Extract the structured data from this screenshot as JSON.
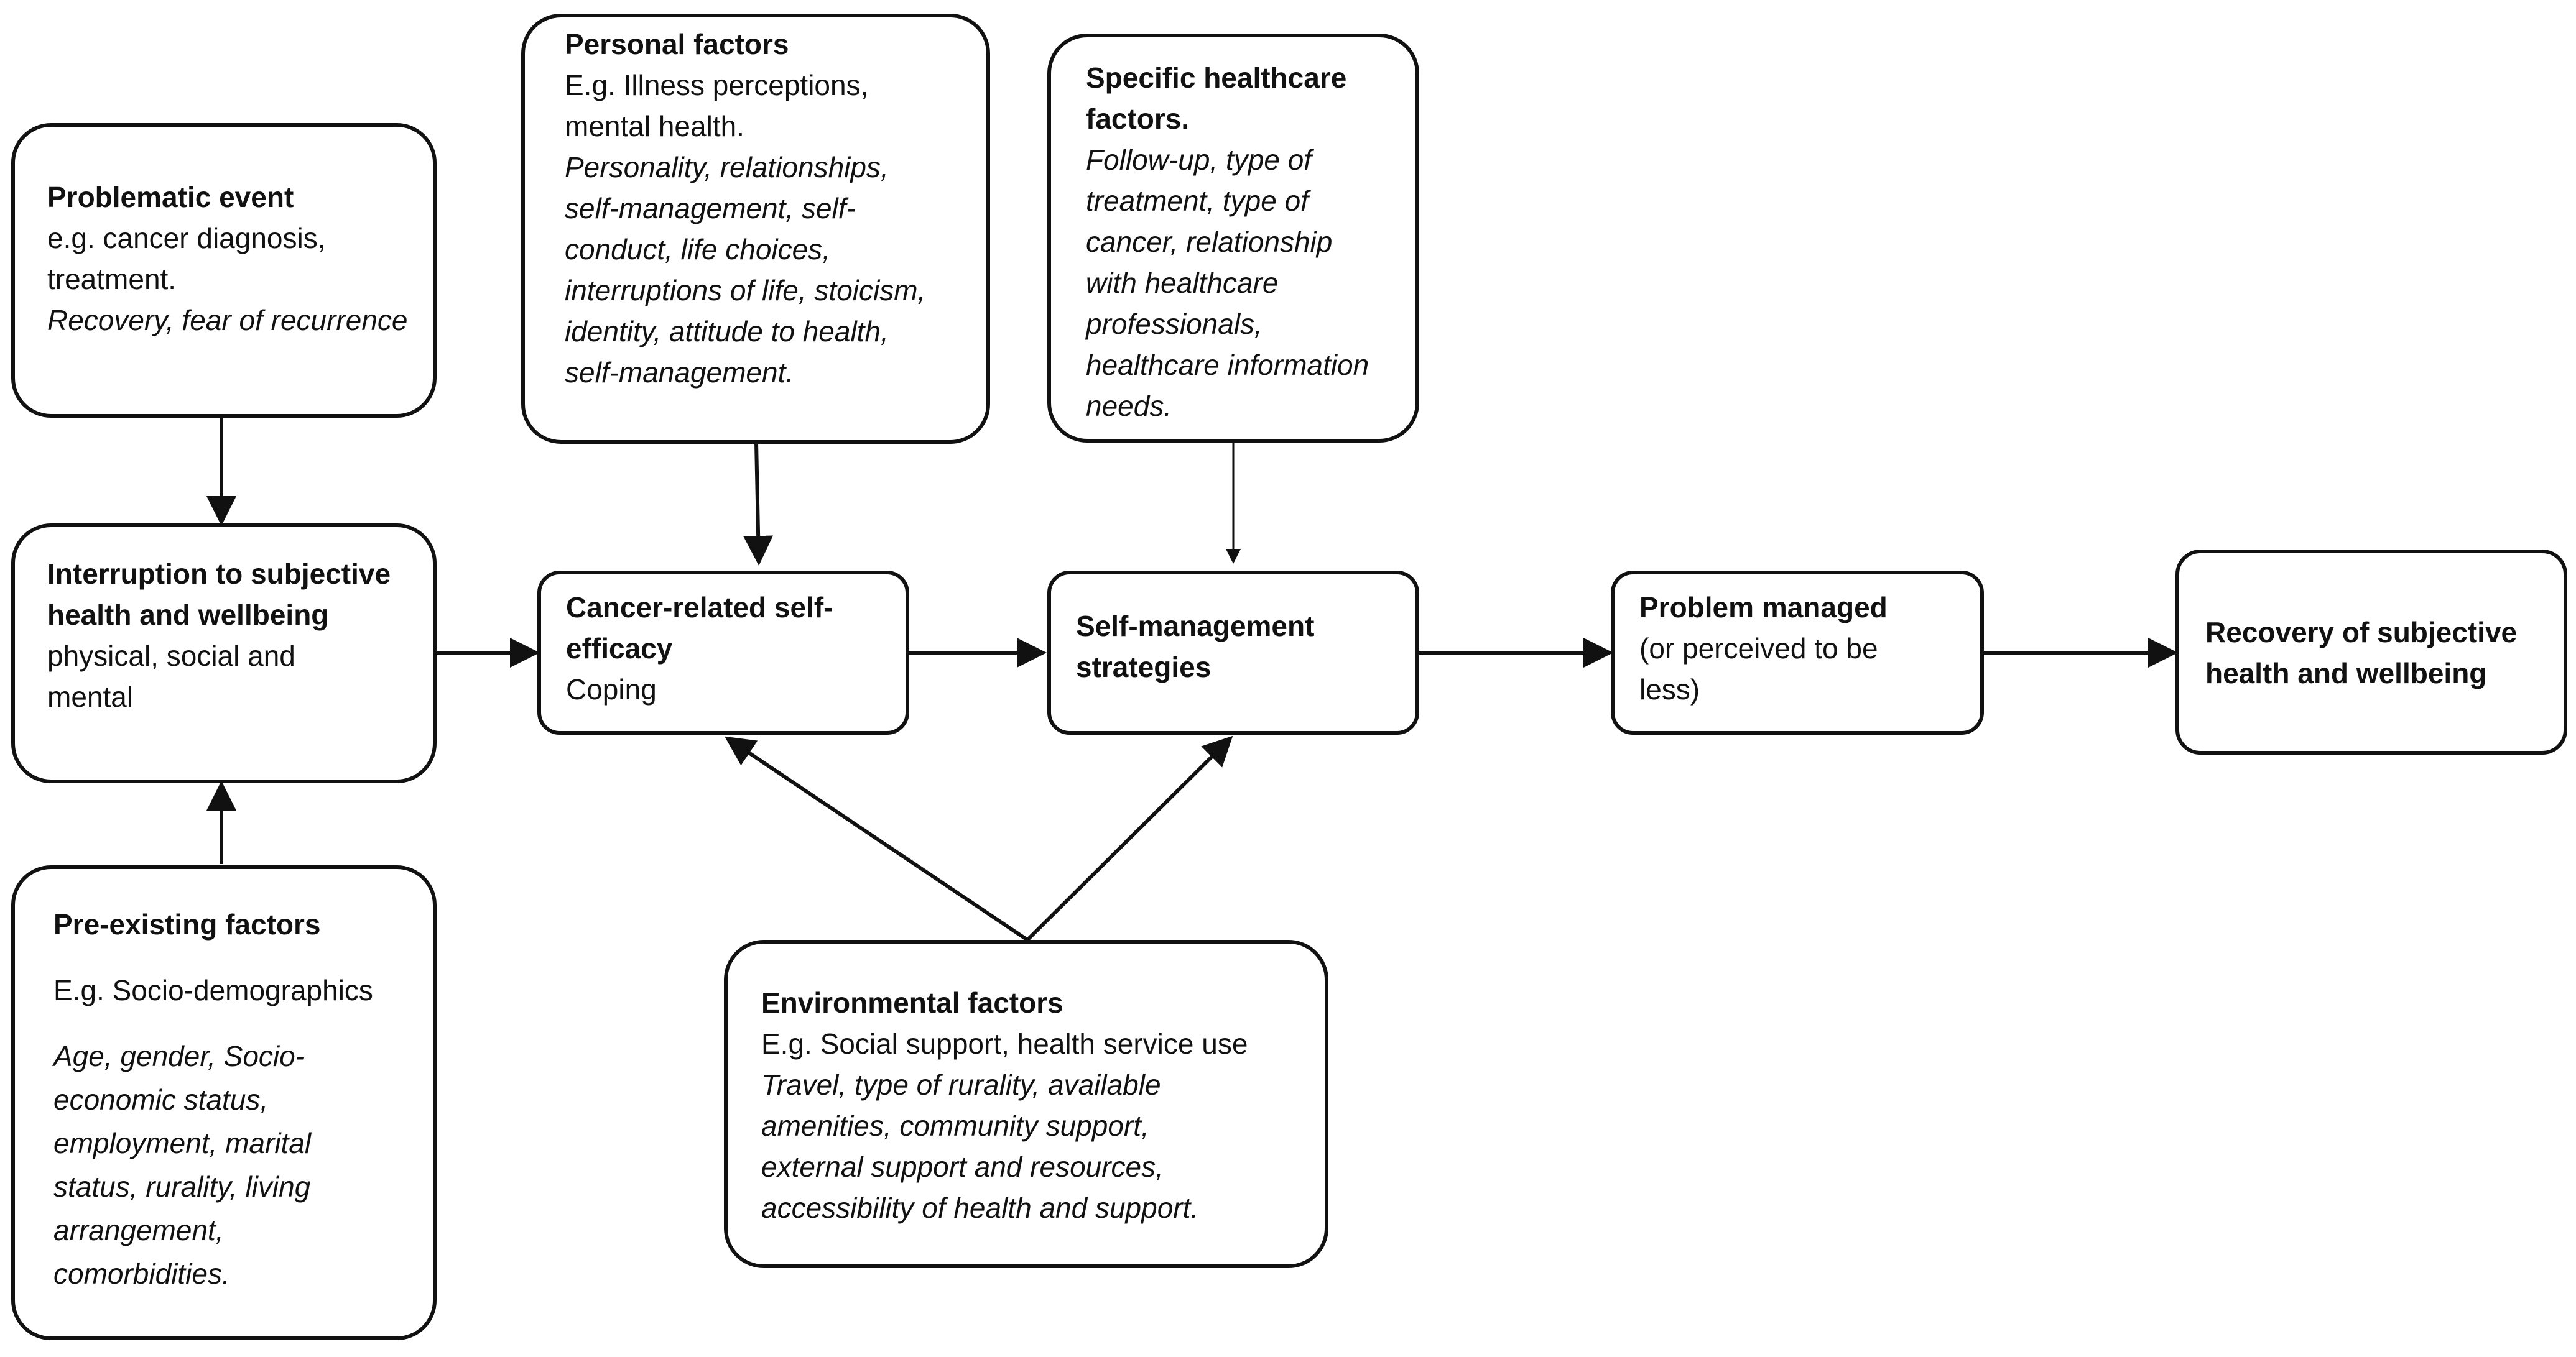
{
  "nodes": {
    "problematic_event": {
      "title": "Problematic event",
      "line1": "e.g. cancer diagnosis, treatment.",
      "examples": "Recovery, fear of recurrence"
    },
    "interruption": {
      "title": "Interruption to subjective health and wellbeing",
      "text": "physical, social and mental"
    },
    "pre_existing": {
      "title": "Pre-existing factors",
      "line1": "E.g. Socio-demographics",
      "examples": "Age, gender, Socio-economic status, employment, marital status, rurality, living arrangement, comorbidities."
    },
    "personal": {
      "title": "Personal factors",
      "line1": "E.g. Illness perceptions, mental health.",
      "examples": "Personality, relationships, self-management, self-conduct, life choices, interruptions of life, stoicism, identity, attitude to health, self-management."
    },
    "self_efficacy": {
      "title": "Cancer-related self-efficacy",
      "text": "Coping"
    },
    "environmental": {
      "title": "Environmental factors",
      "line1": "E.g. Social support, health service use",
      "examples": "Travel, type of rurality, available amenities, community support, external support and resources, accessibility of health and support."
    },
    "healthcare": {
      "title": "Specific healthcare factors.",
      "examples": "Follow-up, type of treatment, type of cancer, relationship with healthcare professionals, healthcare information needs."
    },
    "self_management": {
      "title": "Self-management strategies"
    },
    "problem_managed": {
      "title": "Problem managed",
      "text": "(or perceived to be less)"
    },
    "recovery": {
      "title": "Recovery of subjective health and wellbeing"
    }
  }
}
